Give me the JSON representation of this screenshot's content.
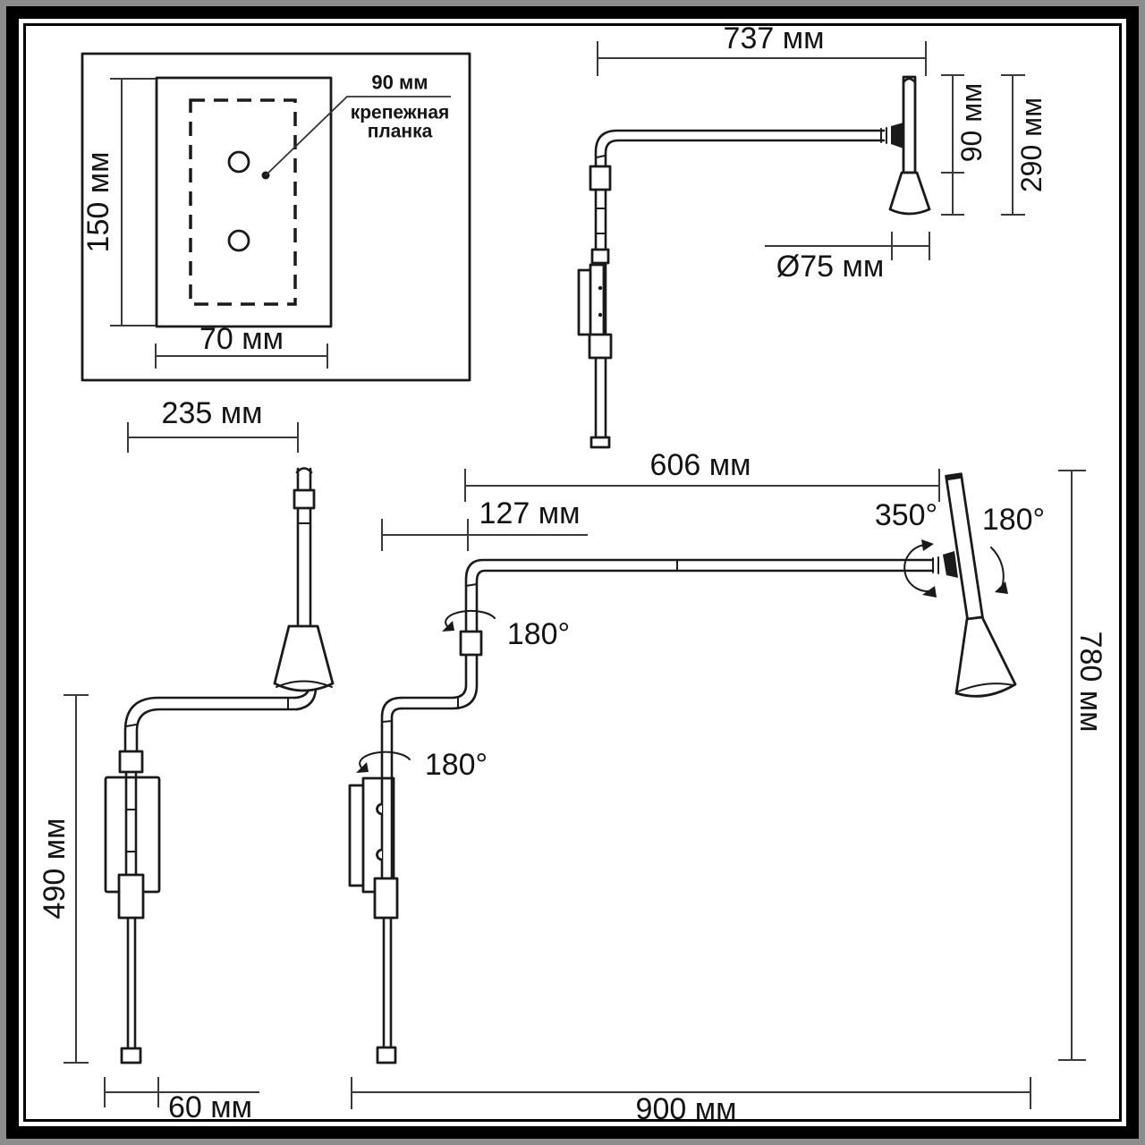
{
  "drawing": {
    "detail_box": {
      "plate_height": "150 мм",
      "plate_width": "70 мм",
      "callout_value": "90 мм",
      "callout_line1": "крепежная",
      "callout_line2": "планка"
    },
    "extended_view": {
      "arm_length": "737 мм",
      "shade_height": "90 мм",
      "head_height": "290 мм",
      "shade_diameter": "Ø75 мм"
    },
    "folded_view": {
      "projection": "235 мм",
      "height": "490 мм",
      "base_width": "60 мм"
    },
    "front_view": {
      "arm_length": "606 мм",
      "arm_offset": "127 мм",
      "head_swivel": "350°",
      "head_tilt": "180°",
      "upper_arm_swivel": "180°",
      "lower_arm_swivel": "180°",
      "overall_height": "780 мм",
      "overall_width": "900 мм"
    }
  },
  "colors": {
    "line": "#1a1a1a",
    "dimension": "#3a3a3a",
    "paper": "#ffffff",
    "frame_band": "#000000",
    "frame_outer": "#8c8c8c"
  }
}
